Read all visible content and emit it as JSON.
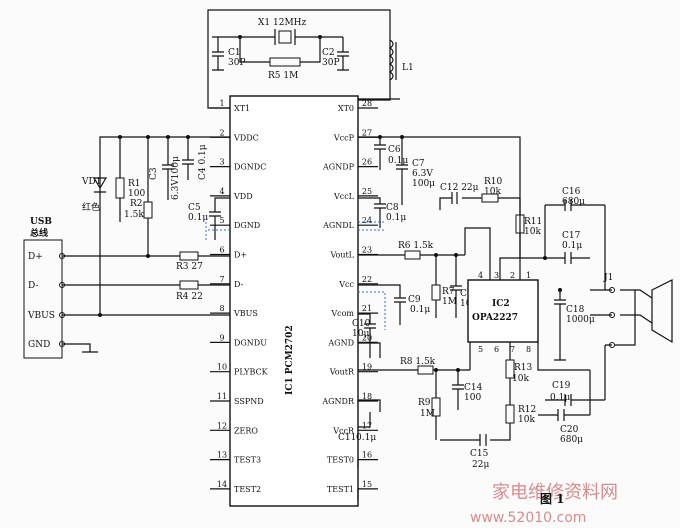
{
  "figure": {
    "caption": "图 1"
  },
  "watermark": {
    "site_name": "家电维修资料网",
    "url": "www.52010.com",
    "color": "#d98c8c"
  },
  "usb": {
    "label_line1": "USB",
    "label_line2": "总线",
    "pins": [
      "D+",
      "D-",
      "VBUS",
      "GND"
    ]
  },
  "ic1": {
    "name": "IC1 PCM2702",
    "left_pins": [
      {
        "num": "1",
        "name": "XT1"
      },
      {
        "num": "2",
        "name": "VDDC"
      },
      {
        "num": "3",
        "name": "DGNDC"
      },
      {
        "num": "4",
        "name": "VDD"
      },
      {
        "num": "5",
        "name": "DGND"
      },
      {
        "num": "6",
        "name": "D+"
      },
      {
        "num": "7",
        "name": "D-"
      },
      {
        "num": "8",
        "name": "VBUS"
      },
      {
        "num": "9",
        "name": "DGNDU"
      },
      {
        "num": "10",
        "name": "PLYBCK"
      },
      {
        "num": "11",
        "name": "SSPND"
      },
      {
        "num": "12",
        "name": "ZERO"
      },
      {
        "num": "13",
        "name": "TEST3"
      },
      {
        "num": "14",
        "name": "TEST2"
      }
    ],
    "right_pins": [
      {
        "num": "28",
        "name": "XT0"
      },
      {
        "num": "27",
        "name": "VccP"
      },
      {
        "num": "26",
        "name": "AGNDP"
      },
      {
        "num": "25",
        "name": "VccL"
      },
      {
        "num": "24",
        "name": "AGNDL"
      },
      {
        "num": "23",
        "name": "VoutL"
      },
      {
        "num": "22",
        "name": "Vcc"
      },
      {
        "num": "21",
        "name": "Vcom"
      },
      {
        "num": "20",
        "name": "AGND"
      },
      {
        "num": "19",
        "name": "VoutR"
      },
      {
        "num": "18",
        "name": "AGNDR"
      },
      {
        "num": "17",
        "name": "VccR"
      },
      {
        "num": "16",
        "name": "TEST0"
      },
      {
        "num": "15",
        "name": "TEST1"
      }
    ]
  },
  "ic2": {
    "line1": "IC2",
    "line2": "OPA2227",
    "pin_numbers": [
      "4",
      "3",
      "2",
      "1",
      "5",
      "6",
      "7",
      "8"
    ]
  },
  "components": {
    "x1": "X1 12MHz",
    "c1": "C1",
    "c1_val": "30P",
    "c2": "C2",
    "c2_val": "30P",
    "r5": "R5 1M",
    "l1": "L1",
    "vd1": "VD1",
    "vd1_color": "红色",
    "r1": "R1",
    "r1_val": "100",
    "r2": "R2",
    "r2_val": "1.5k",
    "c3": "C3",
    "c3_val": "6.3V100μ",
    "c4": "C4 0.1μ",
    "c5": "C5",
    "c5_val": "0.1μ",
    "r3": "R3 27",
    "r4": "R4 22",
    "c6": "C6",
    "c6_val": "0.1μ",
    "c7": "C7",
    "c7_v": "6.3V",
    "c7_val": "100μ",
    "c8": "C8",
    "c8_val": "0.1μ",
    "r6": "R6 1.5k",
    "r7": "R7",
    "r7_val": "1M",
    "c13": "C13",
    "c13_val": "100",
    "c9": "C9",
    "c9_val": "0.1μ",
    "c10": "C10",
    "c10_val": "10μ",
    "c11": "C11",
    "c11_val": "0.1μ",
    "c12": "C12 22μ",
    "r10": "R10",
    "r10_val": "10k",
    "r11": "R11",
    "r11_val": "10k",
    "c16": "C16",
    "c16_val": "680μ",
    "c17": "C17",
    "c17_val": "0.1μ",
    "j1": "J1",
    "c18": "C18",
    "c18_val": "1000μ",
    "r8": "R8 1.5k",
    "r9": "R9",
    "r9_val": "1M",
    "c14": "C14",
    "c14_val": "100",
    "r13": "R13",
    "r13_val": "10k",
    "r12": "R12",
    "r12_val": "10k",
    "c15": "C15",
    "c15_val": "22μ",
    "c19": "C19",
    "c19_val": "0.1μ",
    "c20": "C20",
    "c20_val": "680μ"
  }
}
